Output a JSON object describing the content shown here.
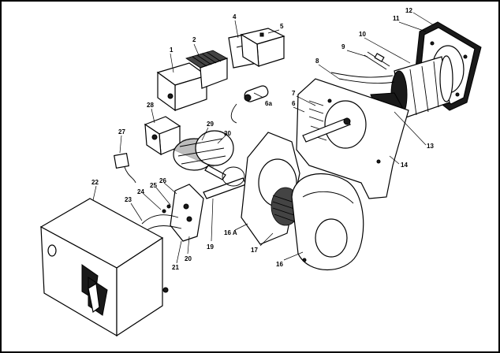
{
  "labels": {
    "l1": "1",
    "l2": "2",
    "l4": "4",
    "l5": "5",
    "l6": "6",
    "l6a": "6a",
    "l7": "7",
    "l8": "8",
    "l9": "9",
    "l10": "10",
    "l11": "11",
    "l12": "12",
    "l13": "13",
    "l14": "14",
    "l16": "16",
    "l16a": "16 A",
    "l17": "17",
    "l19": "19",
    "l20": "20",
    "l21": "21",
    "l22": "22",
    "l23": "23",
    "l24": "24",
    "l25": "25",
    "l26": "26",
    "l27": "27",
    "l28": "28",
    "l29": "29",
    "l30": "30"
  }
}
